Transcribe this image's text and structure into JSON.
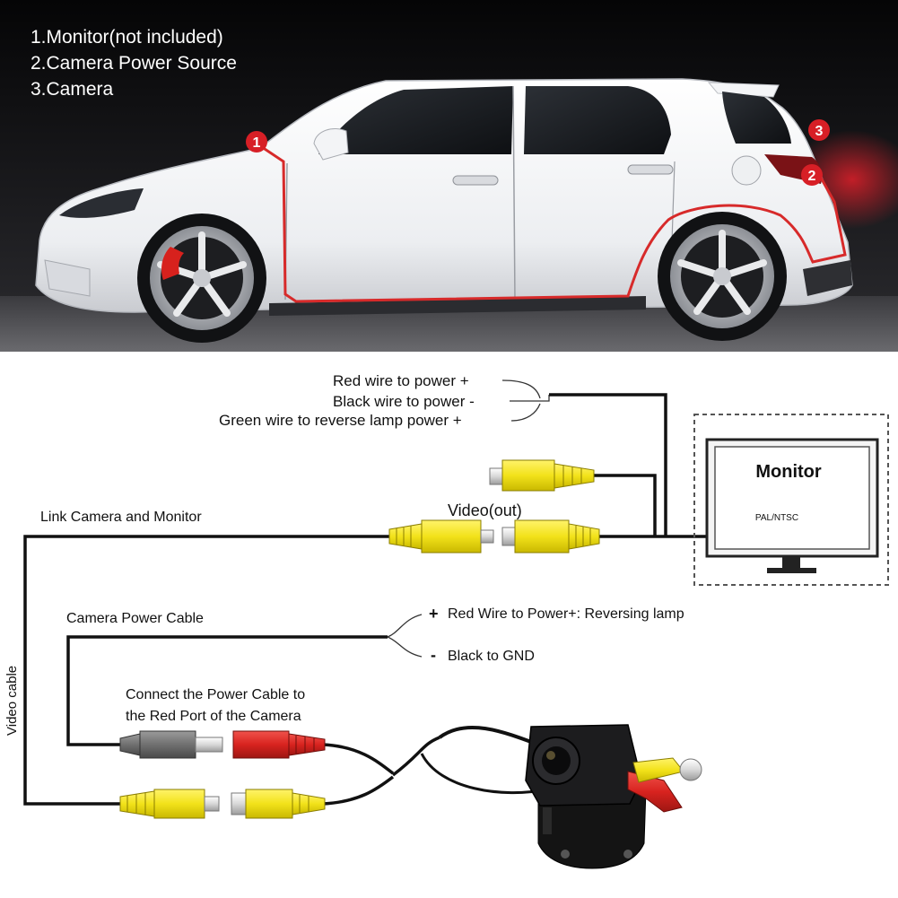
{
  "legend": {
    "item1": "1.Monitor(not included)",
    "item2": "2.Camera Power Source",
    "item3": "3.Camera"
  },
  "car": {
    "marker1": "1",
    "marker2": "2",
    "marker3": "3"
  },
  "wiring": {
    "red_wire": "Red wire to power +",
    "black_wire": "Black wire to power -",
    "green_wire": "Green wire to reverse lamp power +",
    "video_out": "Video(out)",
    "link_label": "Link Camera and Monitor",
    "power_cable_label": "Camera Power Cable",
    "plus_sign": "+",
    "minus_sign": "-",
    "plus_text": "Red Wire to Power+: Reversing lamp",
    "minus_text": "Black to GND",
    "connect_line1": "Connect the Power Cable to",
    "connect_line2": "the Red Port of the Camera",
    "video_cable": "Video cable"
  },
  "monitor": {
    "title": "Monitor",
    "subtitle": "PAL/NTSC"
  },
  "colors": {
    "yellow": "#f2e21a",
    "red": "#d8231f",
    "gray": "#707070",
    "marker": "#d71f26",
    "photo_bg": "#0d0d0f"
  }
}
